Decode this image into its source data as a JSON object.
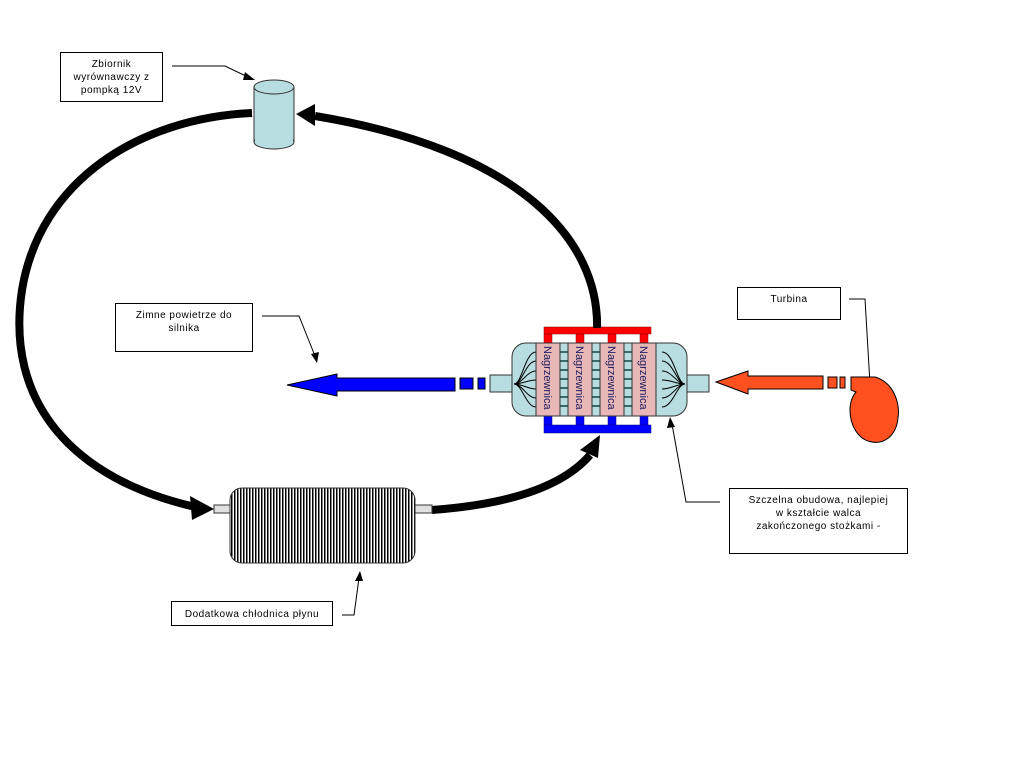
{
  "labels": {
    "reservoir": "Zbiornik wyrównawczy z pompką 12V",
    "reservoir_lines": [
      "Zbiornik",
      "wyrównawczy z",
      "pompką 12V"
    ],
    "cold_air": "Zimne powietrze do silnika",
    "cold_air_lines": [
      "Zimne powietrze do",
      "silnika"
    ],
    "turbine": "Turbina",
    "housing": "Szczelna obudowa, najlepiej w kształcie walca zakończonego stożkami -",
    "housing_lines": [
      "Szczelna obudowa, najlepiej",
      "w kształcie walca",
      "zakończonego stożkami -"
    ],
    "cooler": "Dodatkowa chłodnica płynu"
  },
  "heaters": [
    "Nagrzewnica",
    "Nagrzewnica",
    "Nagrzewnica",
    "Nagrzewnica"
  ],
  "colors": {
    "hot_pipe": "#ff0000",
    "cold_pipe": "#0000ff",
    "cold_air_arrow": "#0000ff",
    "hot_air_arrow": "#ff5020",
    "turbine": "#ff5020",
    "housing": "#b8dde0",
    "heater": "#e8b8b8",
    "reservoir": "#b8dde0"
  }
}
